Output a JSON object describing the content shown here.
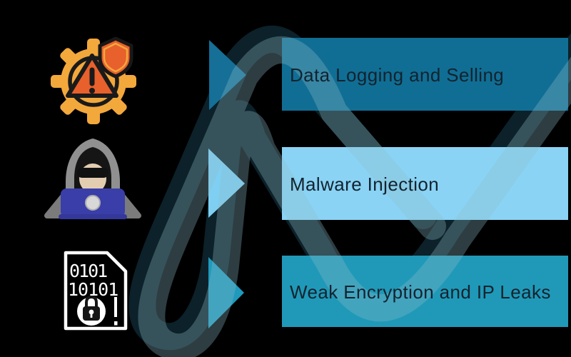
{
  "background_color": "#000000",
  "rows": [
    {
      "label": "Data Logging and Selling",
      "bar_color": "#106E94",
      "arrow_color": "#156F97",
      "icon": "gear-warning-shield-icon"
    },
    {
      "label": "Malware Injection",
      "bar_color": "#8AD3F4",
      "arrow_color": "#7ECFF2",
      "icon": "hacker-laptop-icon"
    },
    {
      "label": "Weak Encryption and IP Leaks",
      "bar_color": "#2099B8",
      "arrow_color": "#2099BC",
      "icon": "binary-document-lock-icon"
    }
  ],
  "binary_document": {
    "line1": "0101",
    "line2": "10101"
  },
  "decoration": {
    "curve_color": "#0C2129",
    "curve_echo_color": "rgba(142,190,201,0.32)"
  },
  "text_color": "#12232F",
  "gear_icon_colors": {
    "gear": "#F3A83C",
    "alert": "#E8602C",
    "outline": "#1A1A1A"
  },
  "hacker_icon_colors": {
    "hood": "#909090",
    "shoulders": "#7B7B7B",
    "face": "#E3CDB1",
    "laptop": "#3A3EA8"
  }
}
